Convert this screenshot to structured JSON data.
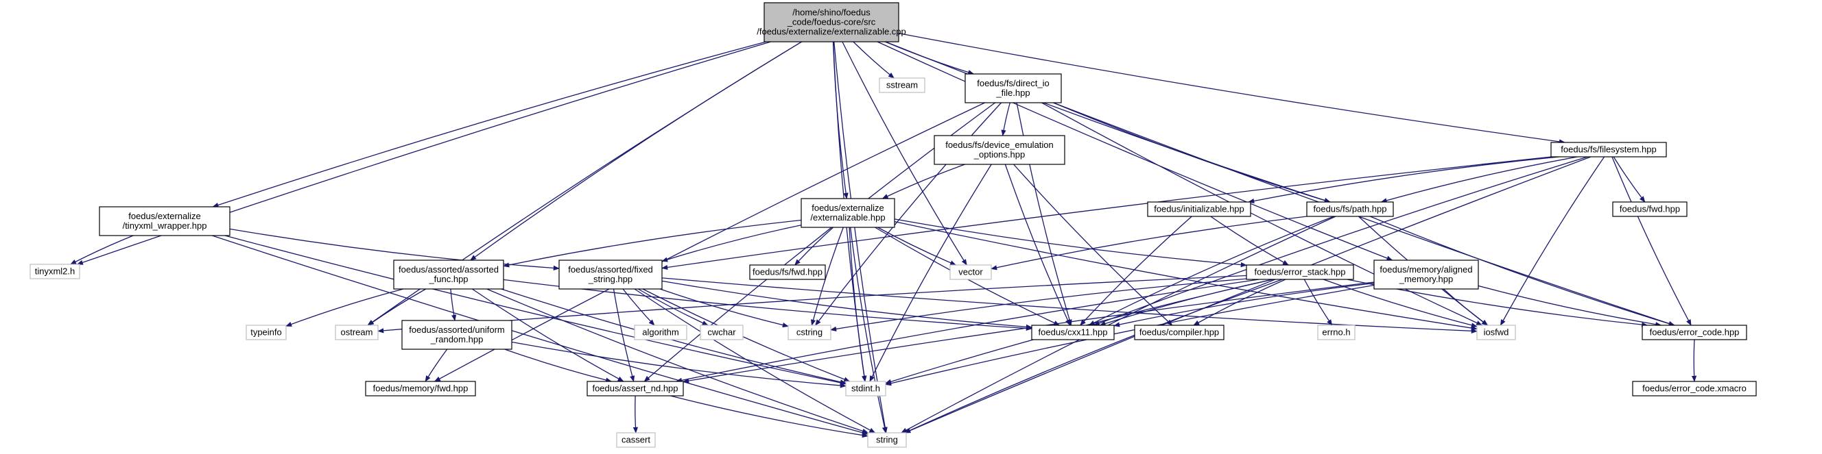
{
  "graph": {
    "nodes": [
      {
        "id": "root",
        "kind": "root",
        "lines": [
          "/home/shino/foedus",
          "_code/foedus-core/src",
          "/foedus/externalize/externalizable.cpp"
        ]
      },
      {
        "id": "sstream",
        "kind": "system",
        "lines": [
          "sstream"
        ]
      },
      {
        "id": "direct_io",
        "kind": "project",
        "lines": [
          "foedus/fs/direct_io",
          "_file.hpp"
        ]
      },
      {
        "id": "dev_emul",
        "kind": "project",
        "lines": [
          "foedus/fs/device_emulation",
          "_options.hpp"
        ]
      },
      {
        "id": "filesystem",
        "kind": "project",
        "lines": [
          "foedus/fs/filesystem.hpp"
        ]
      },
      {
        "id": "tinyxml_wrap",
        "kind": "project",
        "lines": [
          "foedus/externalize",
          "/tinyxml_wrapper.hpp"
        ]
      },
      {
        "id": "externalizable",
        "kind": "project",
        "lines": [
          "foedus/externalize",
          "/externalizable.hpp"
        ]
      },
      {
        "id": "initializable",
        "kind": "project",
        "lines": [
          "foedus/initializable.hpp"
        ]
      },
      {
        "id": "path",
        "kind": "project",
        "lines": [
          "foedus/fs/path.hpp"
        ]
      },
      {
        "id": "fs_fwd",
        "kind": "project",
        "lines": [
          "foedus/fwd.hpp"
        ]
      },
      {
        "id": "tinyxml2",
        "kind": "system",
        "lines": [
          "tinyxml2.h"
        ]
      },
      {
        "id": "assorted_func",
        "kind": "project",
        "lines": [
          "foedus/assorted/assorted",
          "_func.hpp"
        ]
      },
      {
        "id": "fixed_string",
        "kind": "project",
        "lines": [
          "foedus/assorted/fixed",
          "_string.hpp"
        ]
      },
      {
        "id": "fsfwd",
        "kind": "project",
        "lines": [
          "foedus/fs/fwd.hpp"
        ]
      },
      {
        "id": "vector",
        "kind": "system",
        "lines": [
          "vector"
        ]
      },
      {
        "id": "error_stack",
        "kind": "project",
        "lines": [
          "foedus/error_stack.hpp"
        ]
      },
      {
        "id": "aligned_mem",
        "kind": "project",
        "lines": [
          "foedus/memory/aligned",
          "_memory.hpp"
        ]
      },
      {
        "id": "typeinfo",
        "kind": "system",
        "lines": [
          "typeinfo"
        ]
      },
      {
        "id": "ostream",
        "kind": "system",
        "lines": [
          "ostream"
        ]
      },
      {
        "id": "uniform_random",
        "kind": "project",
        "lines": [
          "foedus/assorted/uniform",
          "_random.hpp"
        ]
      },
      {
        "id": "algorithm",
        "kind": "system",
        "lines": [
          "algorithm"
        ]
      },
      {
        "id": "cwchar",
        "kind": "system",
        "lines": [
          "cwchar"
        ]
      },
      {
        "id": "cstring",
        "kind": "system",
        "lines": [
          "cstring"
        ]
      },
      {
        "id": "cxx11",
        "kind": "project",
        "lines": [
          "foedus/cxx11.hpp"
        ]
      },
      {
        "id": "compiler",
        "kind": "project",
        "lines": [
          "foedus/compiler.hpp"
        ]
      },
      {
        "id": "errno",
        "kind": "system",
        "lines": [
          "errno.h"
        ]
      },
      {
        "id": "iosfwd",
        "kind": "system",
        "lines": [
          "iosfwd"
        ]
      },
      {
        "id": "error_code",
        "kind": "project",
        "lines": [
          "foedus/error_code.hpp"
        ]
      },
      {
        "id": "memory_fwd",
        "kind": "project",
        "lines": [
          "foedus/memory/fwd.hpp"
        ]
      },
      {
        "id": "assert_nd",
        "kind": "project",
        "lines": [
          "foedus/assert_nd.hpp"
        ]
      },
      {
        "id": "stdint",
        "kind": "system",
        "lines": [
          "stdint.h"
        ]
      },
      {
        "id": "error_xmacro",
        "kind": "project",
        "lines": [
          "foedus/error_code.xmacro"
        ]
      },
      {
        "id": "cassert",
        "kind": "system",
        "lines": [
          "cassert"
        ]
      },
      {
        "id": "string",
        "kind": "system",
        "lines": [
          "string"
        ]
      }
    ],
    "edges": [
      [
        "root",
        "sstream"
      ],
      [
        "root",
        "direct_io"
      ],
      [
        "root",
        "externalizable"
      ],
      [
        "root",
        "filesystem"
      ],
      [
        "root",
        "path"
      ],
      [
        "root",
        "vector"
      ],
      [
        "root",
        "string"
      ],
      [
        "root",
        "tinyxml_wrap"
      ],
      [
        "root",
        "assorted_func"
      ],
      [
        "root",
        "tinyxml2"
      ],
      [
        "root",
        "ostream"
      ],
      [
        "root",
        "stdint"
      ],
      [
        "root",
        "aligned_mem"
      ],
      [
        "direct_io",
        "dev_emul"
      ],
      [
        "direct_io",
        "path"
      ],
      [
        "direct_io",
        "cxx11"
      ],
      [
        "direct_io",
        "error_code"
      ],
      [
        "direct_io",
        "iosfwd"
      ],
      [
        "direct_io",
        "cstring"
      ],
      [
        "direct_io",
        "memory_fwd"
      ],
      [
        "direct_io",
        "assert_nd"
      ],
      [
        "dev_emul",
        "externalizable"
      ],
      [
        "dev_emul",
        "cxx11"
      ],
      [
        "dev_emul",
        "compiler"
      ],
      [
        "dev_emul",
        "stdint"
      ],
      [
        "filesystem",
        "initializable"
      ],
      [
        "filesystem",
        "path"
      ],
      [
        "filesystem",
        "fs_fwd"
      ],
      [
        "filesystem",
        "error_code"
      ],
      [
        "filesystem",
        "iosfwd"
      ],
      [
        "filesystem",
        "string"
      ],
      [
        "filesystem",
        "cxx11"
      ],
      [
        "filesystem",
        "fixed_string"
      ],
      [
        "tinyxml_wrap",
        "tinyxml2"
      ],
      [
        "tinyxml_wrap",
        "fixed_string"
      ],
      [
        "tinyxml_wrap",
        "stdint"
      ],
      [
        "tinyxml_wrap",
        "string"
      ],
      [
        "externalizable",
        "assorted_func"
      ],
      [
        "externalizable",
        "fixed_string"
      ],
      [
        "externalizable",
        "fsfwd"
      ],
      [
        "externalizable",
        "vector"
      ],
      [
        "externalizable",
        "error_stack"
      ],
      [
        "externalizable",
        "cxx11"
      ],
      [
        "externalizable",
        "iosfwd"
      ],
      [
        "externalizable",
        "stdint"
      ],
      [
        "externalizable",
        "string"
      ],
      [
        "externalizable",
        "cstring"
      ],
      [
        "initializable",
        "error_stack"
      ],
      [
        "initializable",
        "cxx11"
      ],
      [
        "path",
        "vector"
      ],
      [
        "path",
        "cxx11"
      ],
      [
        "path",
        "iosfwd"
      ],
      [
        "path",
        "string"
      ],
      [
        "path",
        "error_code"
      ],
      [
        "assorted_func",
        "typeinfo"
      ],
      [
        "assorted_func",
        "ostream"
      ],
      [
        "assorted_func",
        "uniform_random"
      ],
      [
        "assorted_func",
        "stdint"
      ],
      [
        "assorted_func",
        "string"
      ],
      [
        "assorted_func",
        "cxx11"
      ],
      [
        "assorted_func",
        "assert_nd"
      ],
      [
        "fixed_string",
        "algorithm"
      ],
      [
        "fixed_string",
        "cwchar"
      ],
      [
        "fixed_string",
        "cstring"
      ],
      [
        "fixed_string",
        "stdint"
      ],
      [
        "fixed_string",
        "string"
      ],
      [
        "fixed_string",
        "assert_nd"
      ],
      [
        "fixed_string",
        "cxx11"
      ],
      [
        "fixed_string",
        "iosfwd"
      ],
      [
        "error_stack",
        "cstring"
      ],
      [
        "error_stack",
        "cxx11"
      ],
      [
        "error_stack",
        "compiler"
      ],
      [
        "error_stack",
        "errno"
      ],
      [
        "error_stack",
        "iosfwd"
      ],
      [
        "error_stack",
        "error_code"
      ],
      [
        "error_stack",
        "assert_nd"
      ],
      [
        "error_stack",
        "stdint"
      ],
      [
        "error_stack",
        "string"
      ],
      [
        "error_stack",
        "ostream"
      ],
      [
        "aligned_mem",
        "cxx11"
      ],
      [
        "aligned_mem",
        "iosfwd"
      ],
      [
        "aligned_mem",
        "error_code"
      ],
      [
        "aligned_mem",
        "stdint"
      ],
      [
        "aligned_mem",
        "assert_nd"
      ],
      [
        "uniform_random",
        "memory_fwd"
      ],
      [
        "uniform_random",
        "assert_nd"
      ],
      [
        "uniform_random",
        "stdint"
      ],
      [
        "error_code",
        "error_xmacro"
      ],
      [
        "assert_nd",
        "cassert"
      ],
      [
        "assert_nd",
        "string"
      ]
    ]
  }
}
